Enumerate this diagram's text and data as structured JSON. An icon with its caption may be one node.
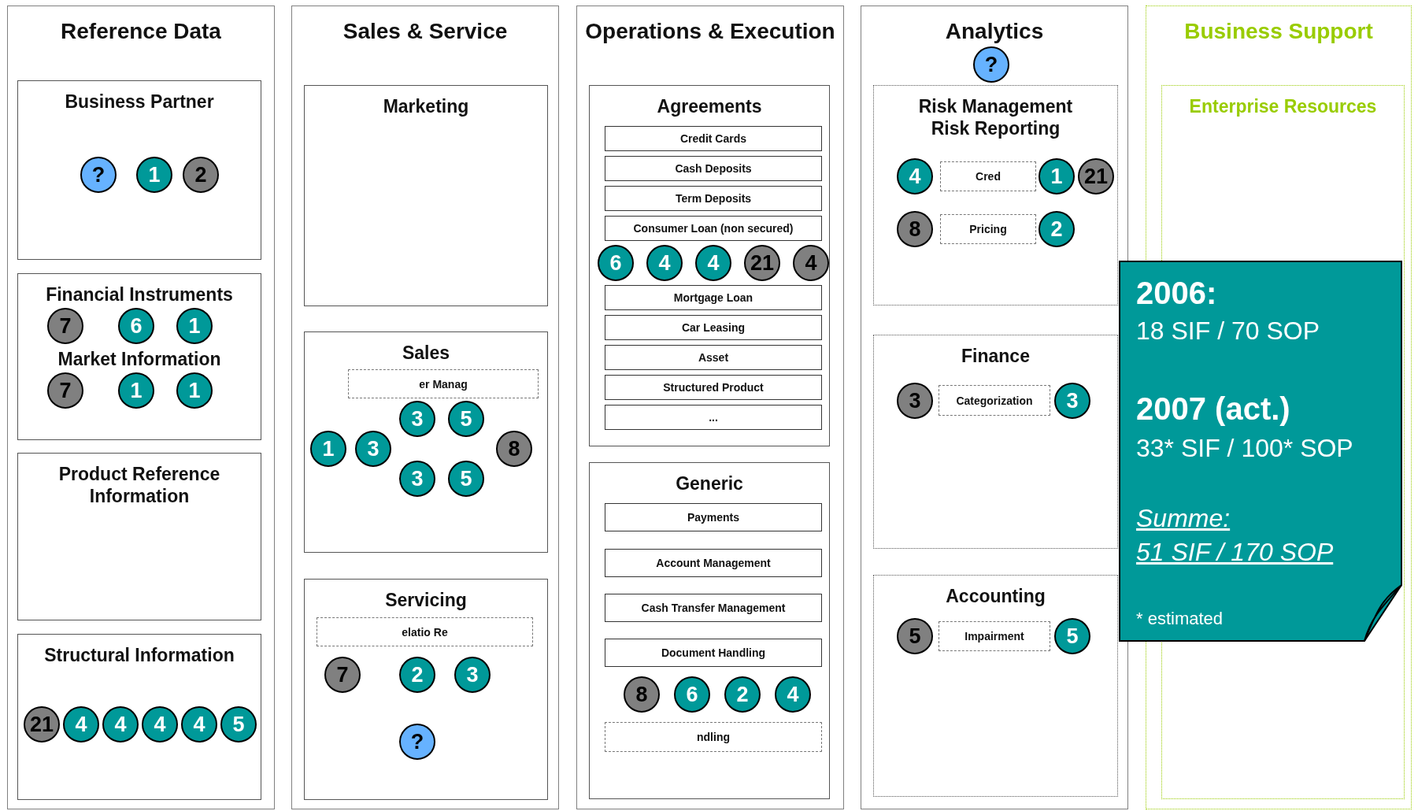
{
  "diagram": {
    "nodes": [
      {
        "text": [
          "Reference Data"
        ]
      },
      {
        "text": [
          "Business Partner"
        ],
        "in": 0
      },
      {
        "text": [
          "?"
        ],
        "in": 1
      },
      {
        "text": [
          "1"
        ],
        "in": 1
      },
      {
        "text": [
          "2"
        ],
        "in": 1
      },
      {
        "text": [
          "Financial Instruments",
          "Market Information"
        ],
        "in": 0
      },
      {
        "text": [
          "7"
        ],
        "in": 5
      },
      {
        "text": [
          "6"
        ],
        "in": 5
      },
      {
        "text": [
          "1"
        ],
        "in": 5
      },
      {
        "text": [
          "7"
        ],
        "in": 5
      },
      {
        "text": [
          "1"
        ],
        "in": 5
      },
      {
        "text": [
          "1"
        ],
        "in": 5
      },
      {
        "text": [
          "Product Reference Information"
        ],
        "in": 0
      },
      {
        "text": [
          "Structural Information"
        ],
        "in": 0
      },
      {
        "text": [
          "21"
        ],
        "in": 13
      },
      {
        "text": [
          "4"
        ],
        "in": 13
      },
      {
        "text": [
          "4"
        ],
        "in": 13
      },
      {
        "text": [
          "4"
        ],
        "in": 13
      },
      {
        "text": [
          "4"
        ],
        "in": 13
      },
      {
        "text": [
          "5"
        ],
        "in": 13
      },
      {
        "text": [
          "Sales & Service"
        ]
      },
      {
        "text": [
          "Marketing"
        ],
        "in": 20
      },
      {
        "text": [
          "Sales"
        ],
        "in": 20
      },
      {
        "text": [
          "er Manag"
        ],
        "in": 22
      },
      {
        "text": [
          "1"
        ],
        "in": 22
      },
      {
        "text": [
          "3"
        ],
        "in": 22
      },
      {
        "text": [
          "3"
        ],
        "in": 22
      },
      {
        "text": [
          "5"
        ],
        "in": 22
      },
      {
        "text": [
          "8"
        ],
        "in": 22
      },
      {
        "text": [
          "3"
        ],
        "in": 22
      },
      {
        "text": [
          "5"
        ],
        "in": 22
      },
      {
        "text": [
          "Servicing"
        ],
        "in": 20
      },
      {
        "text": [
          "elatio Re"
        ],
        "in": 31
      },
      {
        "text": [
          "7"
        ],
        "in": 31
      },
      {
        "text": [
          "2"
        ],
        "in": 31
      },
      {
        "text": [
          "3"
        ],
        "in": 31
      },
      {
        "text": [
          "?"
        ],
        "in": 31
      },
      {
        "text": [
          "Operations & Execution"
        ]
      },
      {
        "text": [
          "Agreements"
        ],
        "in": 37
      },
      {
        "text": [
          "Credit Cards"
        ],
        "in": 38
      },
      {
        "text": [
          "Cash Deposits"
        ],
        "in": 38
      },
      {
        "text": [
          "Term Deposits"
        ],
        "in": 38
      },
      {
        "text": [
          "Consumer Loan (non secured)"
        ],
        "in": 38
      },
      {
        "text": [
          "Mortgage Loan"
        ],
        "in": 38
      },
      {
        "text": [
          "Car Leasing"
        ],
        "in": 38
      },
      {
        "text": [
          "Asset"
        ],
        "in": 38
      },
      {
        "text": [
          "Structured Product"
        ],
        "in": 38
      },
      {
        "text": [
          "..."
        ],
        "in": 38
      },
      {
        "text": [
          "6"
        ],
        "in": 38
      },
      {
        "text": [
          "4"
        ],
        "in": 38
      },
      {
        "text": [
          "4"
        ],
        "in": 38
      },
      {
        "text": [
          "21"
        ],
        "in": 38
      },
      {
        "text": [
          "4"
        ],
        "in": 38
      },
      {
        "text": [
          "Generic"
        ],
        "in": 37
      },
      {
        "text": [
          "Payments"
        ],
        "in": 53
      },
      {
        "text": [
          "Account Management"
        ],
        "in": 53
      },
      {
        "text": [
          "Cash Transfer Management"
        ],
        "in": 53
      },
      {
        "text": [
          "Document Handling"
        ],
        "in": 53
      },
      {
        "text": [
          "ndling"
        ],
        "in": 53
      },
      {
        "text": [
          "8"
        ],
        "in": 53
      },
      {
        "text": [
          "6"
        ],
        "in": 53
      },
      {
        "text": [
          "2"
        ],
        "in": 53
      },
      {
        "text": [
          "4"
        ],
        "in": 53
      },
      {
        "text": [
          "Analytics"
        ]
      },
      {
        "text": [
          "?"
        ],
        "in": 63
      },
      {
        "text": [
          "Risk Management",
          "Risk Reporting"
        ],
        "in": 63
      },
      {
        "text": [
          "Cred"
        ],
        "in": 65
      },
      {
        "text": [
          "Pricing"
        ],
        "in": 65
      },
      {
        "text": [
          "4"
        ],
        "in": 65
      },
      {
        "text": [
          "21"
        ],
        "in": 65
      },
      {
        "text": [
          "1"
        ],
        "in": 65
      },
      {
        "text": [
          "8"
        ],
        "in": 65
      },
      {
        "text": [
          "2"
        ],
        "in": 65
      },
      {
        "text": [
          "Finance"
        ],
        "in": 63
      },
      {
        "text": [
          "Categorization"
        ],
        "in": 73
      },
      {
        "text": [
          "3"
        ],
        "in": 73
      },
      {
        "text": [
          "3"
        ],
        "in": 73
      },
      {
        "text": [
          "Accounting"
        ],
        "in": 63
      },
      {
        "text": [
          "Impairment"
        ],
        "in": 77
      },
      {
        "text": [
          "5"
        ],
        "in": 77
      },
      {
        "text": [
          "5"
        ],
        "in": 77
      },
      {
        "text": [
          "Business Support"
        ]
      },
      {
        "text": [
          "Enterprise Resources"
        ],
        "in": 81
      },
      {
        "text": [
          "2006:",
          "18 SIF / 70 SOP",
          "2007 (act.)",
          "33* SIF / 100* SOP",
          "Summe:",
          "51 SIF / 170 SOP",
          "* estimated"
        ]
      }
    ],
    "edges": []
  }
}
